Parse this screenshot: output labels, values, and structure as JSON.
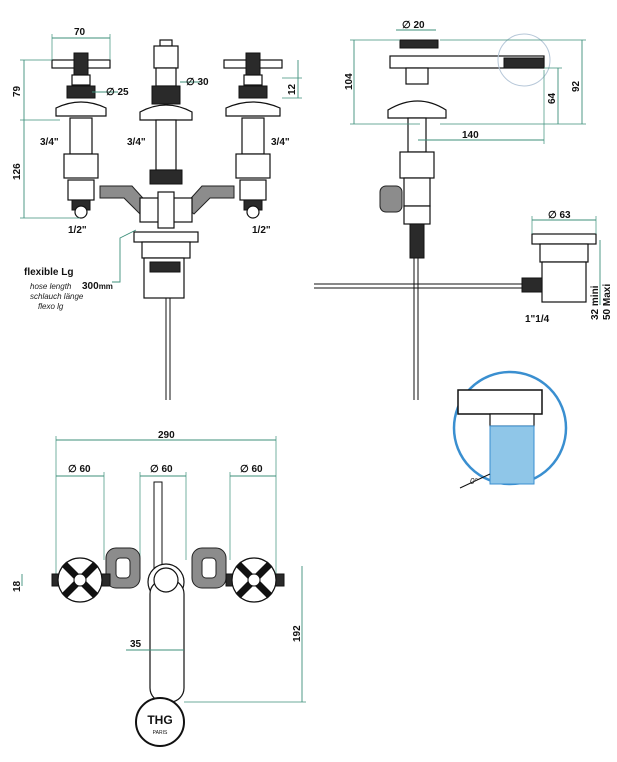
{
  "dimensions": {
    "front_handle_width": "70",
    "front_height_top": "79",
    "front_height_body": "126",
    "front_spout_dia": "∅ 25",
    "front_center_dia": "∅ 30",
    "front_offset": "12",
    "side_top_dia": "∅ 20",
    "side_height": "104",
    "side_spout_reach": "140",
    "side_spout_height": "64",
    "side_total_height": "92",
    "waste_dia": "∅ 63",
    "waste_min": "32 mini",
    "waste_max": "50 Maxi",
    "plan_width": "290",
    "plan_dia_left": "∅ 60",
    "plan_dia_center": "∅ 60",
    "plan_dia_right": "∅ 60",
    "plan_handle_depth": "18",
    "plan_spout_width": "35",
    "plan_spout_length": "192",
    "tilt_angle": "0°"
  },
  "threads": {
    "top_left": "3/4\"",
    "top_center": "3/4\"",
    "top_right": "3/4\"",
    "bottom_left": "1/2\"",
    "bottom_right": "1/2\"",
    "waste_thread": "1\"1/4"
  },
  "hose": {
    "title": "flexible Lg",
    "line_en": "hose length",
    "line_de": "schlauch länge",
    "line_es": "flexo lg",
    "length": "300",
    "unit": "mm"
  },
  "logo": {
    "brand": "THG",
    "sub": "PARIS"
  },
  "colors": {
    "dimension_line": "#3c8f7a",
    "detail_fill": "#8fc6e8",
    "detail_ring": "#3a8fd0"
  }
}
